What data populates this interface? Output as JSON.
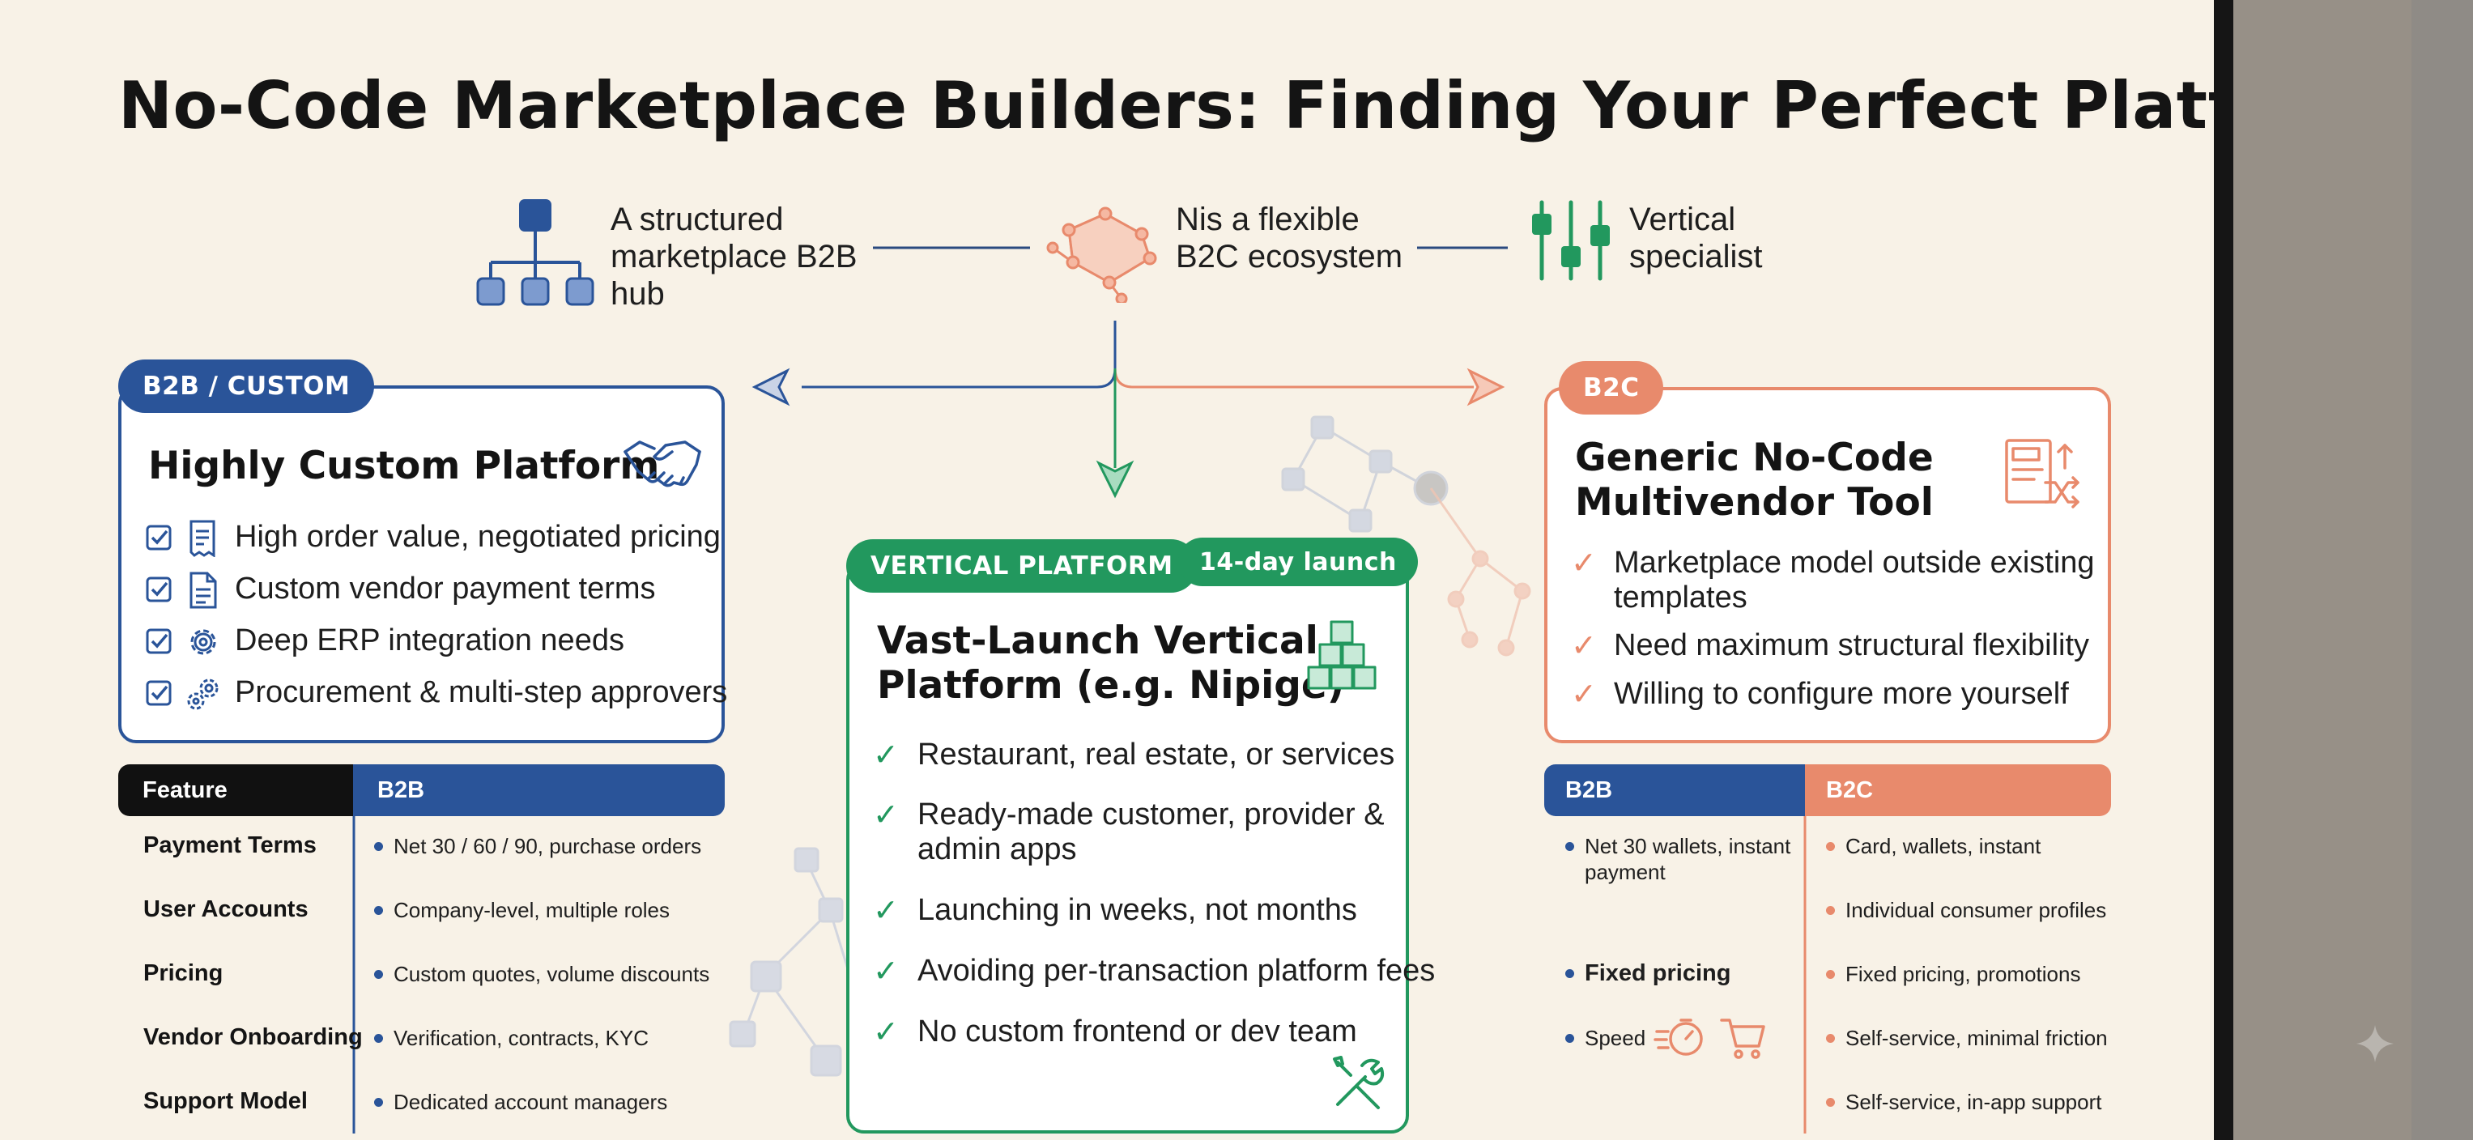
{
  "title": "No-Code Marketplace Builders: Finding Your Perfect Platform",
  "top_labels": [
    {
      "line1": "A structured",
      "line2": "marketplace B2B",
      "line3": "hub",
      "icon": "hierarchy-icon"
    },
    {
      "line1": "Nis a flexible",
      "line2": "B2C ecosystem",
      "icon": "network-icon"
    },
    {
      "line1": "Vertical",
      "line2": "specialist",
      "icon": "sliders-icon"
    }
  ],
  "b2b_card": {
    "tag": "B2B / CUSTOM",
    "title": "Highly Custom Platform",
    "items": [
      "High order value, negotiated pricing",
      "Custom vendor payment terms",
      "Deep ERP integration needs",
      "Procurement & multi-step approvers"
    ]
  },
  "vertical_card": {
    "tag": "VERTICAL PLATFORM",
    "badge": "14-day launch",
    "title_line1": "Vast-Launch Vertical",
    "title_line2": "Platform (e.g. Nipige)",
    "items": [
      {
        "line1": "Restaurant, real estate, or services",
        "line2": ""
      },
      {
        "line1": "Ready-made customer, provider &",
        "line2": "admin apps"
      },
      {
        "line1": "Launching in weeks, not months",
        "line2": ""
      },
      {
        "line1": "Avoiding per-transaction platform fees",
        "line2": ""
      },
      {
        "line1": "No custom frontend or dev team",
        "line2": ""
      }
    ]
  },
  "b2c_card": {
    "tag": "B2C",
    "title_line1": "Generic No-Code",
    "title_line2": "Multivendor Tool",
    "items": [
      {
        "line1": "Marketplace model outside existing",
        "line2": "templates"
      },
      {
        "line1": "Need maximum structural flexibility",
        "line2": ""
      },
      {
        "line1": "Willing to configure more yourself",
        "line2": ""
      }
    ]
  },
  "left_table": {
    "headers": [
      "Feature",
      "B2B"
    ],
    "rows": [
      {
        "feature": "Payment Terms",
        "b2b": "Net 30 / 60 / 90, purchase orders"
      },
      {
        "feature": "User Accounts",
        "b2b": "Company-level, multiple roles"
      },
      {
        "feature": "Pricing",
        "b2b": "Custom quotes, volume discounts"
      },
      {
        "feature": "Vendor Onboarding",
        "b2b": "Verification, contracts, KYC"
      },
      {
        "feature": "Support Model",
        "b2b": "Dedicated account managers"
      }
    ]
  },
  "right_table": {
    "headers": [
      "B2B",
      "B2C"
    ],
    "rows": [
      {
        "b2b_line1": "Net 30 wallets, instant",
        "b2b_line2": "payment",
        "b2c": "Card, wallets, instant"
      },
      {
        "b2b_line1": "",
        "b2b_line2": "",
        "b2c": "Individual consumer profiles"
      },
      {
        "b2b_line1": "Fixed pricing",
        "b2b_line2": "",
        "b2c": "Fixed pricing, promotions"
      },
      {
        "b2b_line1": "Speed",
        "b2b_line2": "",
        "b2c": "Self-service, minimal friction"
      },
      {
        "b2b_line1": "",
        "b2b_line2": "",
        "b2c": "Self-service, in-app support"
      }
    ]
  },
  "colors": {
    "background": "#f8f2e7",
    "blue": "#2a5499",
    "green": "#22985e",
    "orange": "#e88a6c",
    "dark": "#141414"
  }
}
